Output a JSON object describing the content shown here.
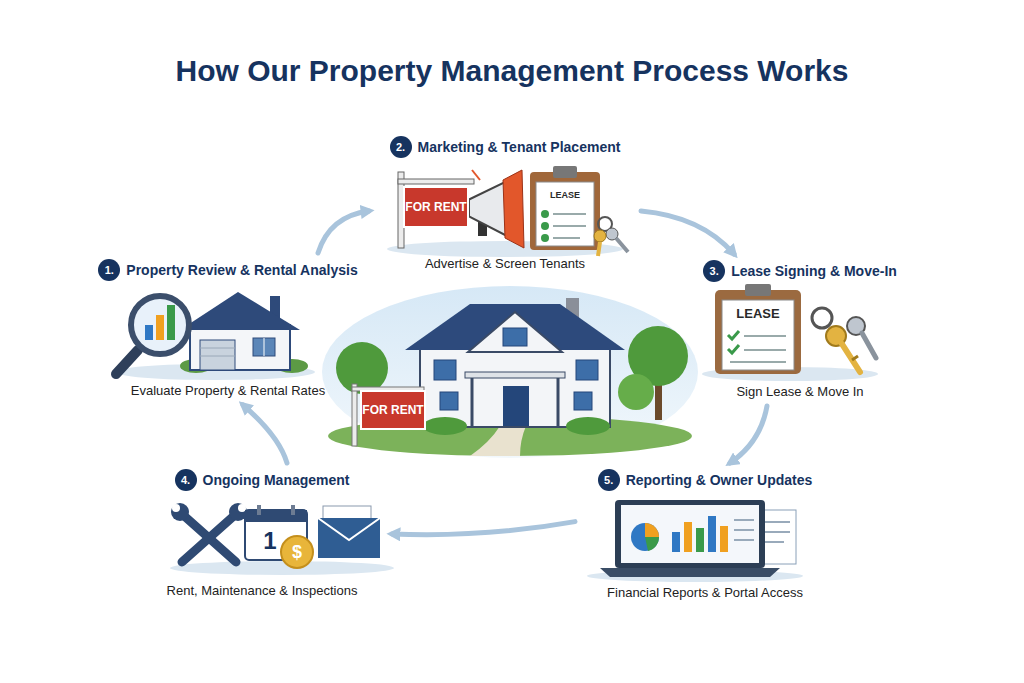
{
  "diagram": {
    "title": "How Our Property Management Process Works",
    "nodes": [
      {
        "text": [
          "1.",
          "Property Review & Rental Analysis",
          "Evaluate Property & Rental Rates"
        ]
      },
      {
        "text": [
          "2.",
          "Marketing & Tenant Placement",
          "Advertise & Screen Tenants"
        ]
      },
      {
        "text": [
          "3.",
          "Lease Signing & Move-In",
          "Sign Lease & Move In"
        ]
      },
      {
        "text": [
          "4.",
          "Ongoing Management",
          "Rent, Maintenance & Inspections"
        ]
      },
      {
        "text": [
          "5.",
          "Reporting & Owner Updates",
          "Financial Reports & Portal Access"
        ]
      }
    ],
    "edges": [
      {
        "from": 0,
        "to": 1,
        "arrow": "to"
      },
      {
        "from": 1,
        "to": 2,
        "arrow": "to"
      },
      {
        "from": 2,
        "to": 4,
        "arrow": "to"
      },
      {
        "from": 4,
        "to": 3,
        "arrow": "to"
      },
      {
        "from": 3,
        "to": 0,
        "arrow": "to"
      }
    ],
    "labels": [
      "FOR RENT",
      "LEASE",
      "LEASE",
      "1",
      "$",
      "FOR RENT"
    ]
  }
}
